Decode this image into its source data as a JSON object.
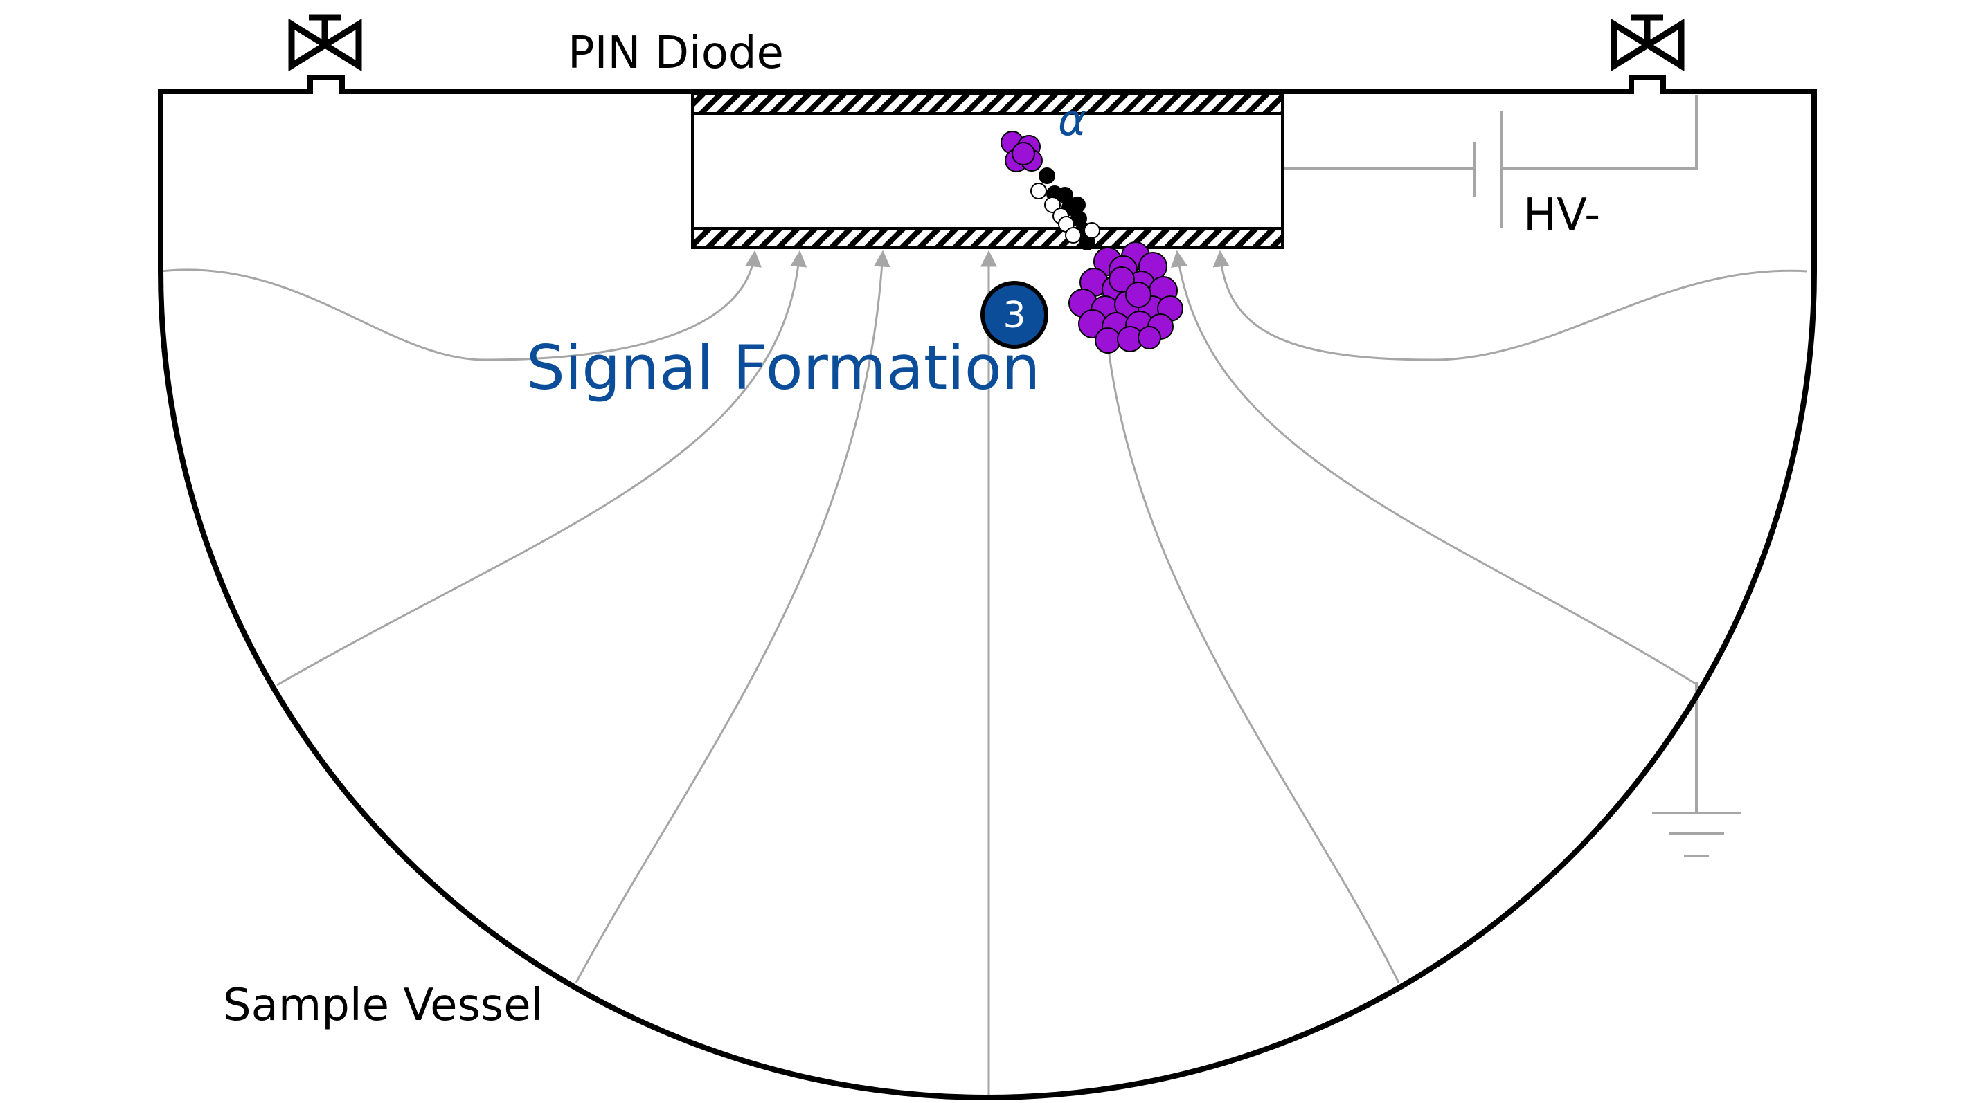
{
  "labels": {
    "pin_diode": "PIN Diode",
    "hv": "HV-",
    "sample_vessel": "Sample Vessel",
    "signal_formation": "Signal Formation",
    "alpha": "α",
    "step_number": "3"
  },
  "colors": {
    "accent_blue": "#0b4d99",
    "nucleus_purple": "#9b11d6",
    "field_line_gray": "#a6a6a6",
    "outline": "#000000"
  },
  "icons": [
    "valve-icon-left",
    "valve-icon-right",
    "battery-symbol",
    "ground-symbol"
  ]
}
